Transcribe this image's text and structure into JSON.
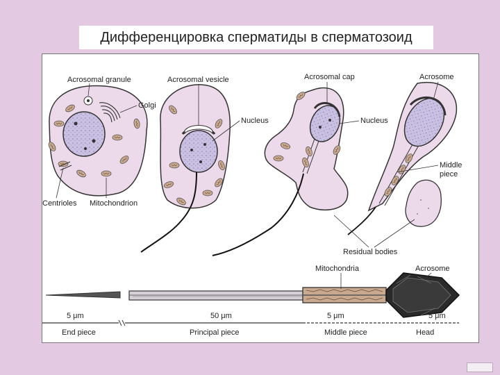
{
  "slide": {
    "title": "Дифференцировка сперматиды в сперматозоид",
    "background_color": "#e3c9e1"
  },
  "diagram": {
    "labels": {
      "acrosomal_granule": "Acrosomal granule",
      "golgi": "Golgi",
      "centrioles": "Centrioles",
      "mitochondrion": "Mitochondrion",
      "acrosomal_vesicle": "Acrosomal vesicle",
      "nucleus_1": "Nucleus",
      "acrosomal_cap": "Acrosomal cap",
      "nucleus_2": "Nucleus",
      "acrosome_top": "Acrosome",
      "middle_piece_label": "Middle\npiece",
      "residual_bodies": "Residual bodies",
      "mitochondria": "Mitochondria",
      "acrosome_bottom": "Acrosome"
    },
    "scale_bars": [
      "5 μm",
      "50 μm",
      "5 μm",
      "5 μm"
    ],
    "segments": [
      "End piece",
      "Principal piece",
      "Middle piece",
      "Head"
    ],
    "colors": {
      "cell_fill": "#ecd9ea",
      "nucleus_fill": "#c9c0e2",
      "mitochondria_fill": "#c9a98f",
      "outline": "#333333"
    }
  }
}
